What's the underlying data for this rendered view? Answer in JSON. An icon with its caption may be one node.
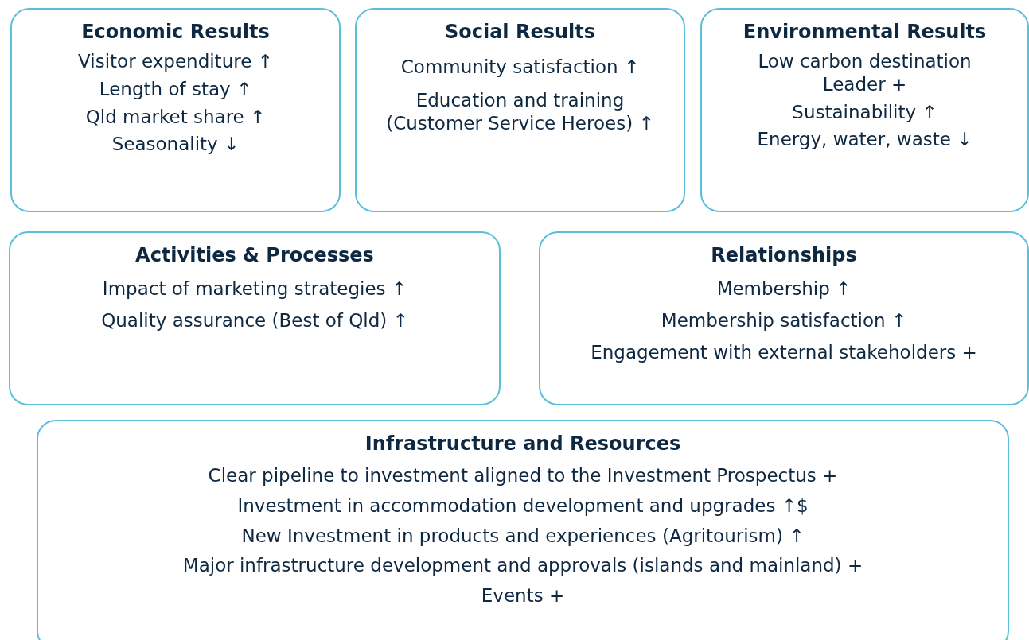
{
  "diagram": {
    "nodes": [
      {
        "text": [
          "Economic Results",
          "Visitor expenditure ↑",
          "Length of stay ↑",
          "Qld market share ↑",
          "Seasonality ↓"
        ]
      },
      {
        "text": [
          "Social Results",
          "Community satisfaction ↑",
          "Education and training (Customer Service Heroes) ↑"
        ]
      },
      {
        "text": [
          "Environmental Results",
          "Low carbon destination Leader +",
          "Sustainability ↑",
          "Energy, water, waste ↓"
        ]
      },
      {
        "text": [
          "Activities & Processes",
          "Impact of marketing strategies ↑",
          "Quality assurance (Best of Qld) ↑"
        ]
      },
      {
        "text": [
          "Relationships",
          "Membership ↑",
          "Membership satisfaction ↑",
          "Engagement with external stakeholders +"
        ]
      },
      {
        "text": [
          "Infrastructure and Resources",
          "Clear pipeline to investment aligned to the Investment Prospectus +",
          "Investment in accommodation development and upgrades ↑$",
          "New Investment in products and experiences (Agritourism) ↑",
          "Major infrastructure development and approvals (islands and mainland) +",
          "Events +"
        ]
      }
    ],
    "edges": []
  }
}
